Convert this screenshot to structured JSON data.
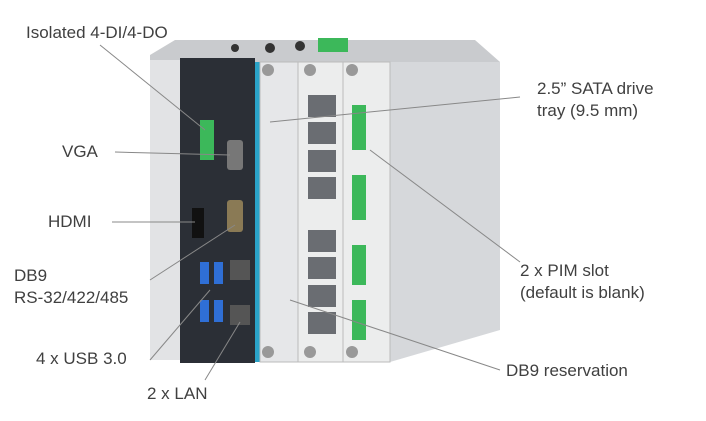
{
  "labels": {
    "dio": "Isolated 4-DI/4-DO",
    "vga": "VGA",
    "hdmi": "HDMI",
    "db9_line1": "DB9",
    "db9_line2": "RS-32/422/485",
    "usb": "4 x USB 3.0",
    "lan": "2 x LAN",
    "sata_line1": "2.5” SATA drive",
    "sata_line2": "tray (9.5 mm)",
    "pim_line1": "2 x PIM slot",
    "pim_line2": "(default is blank)",
    "db9_reservation": "DB9 reservation"
  },
  "colors": {
    "front_panel": "#2b2f36",
    "chassis": "#d9dbde",
    "accent_blue": "#2aa3c8",
    "terminal_green": "#3cb85a",
    "usb_blue": "#2f6fd6",
    "text": "#404040"
  }
}
